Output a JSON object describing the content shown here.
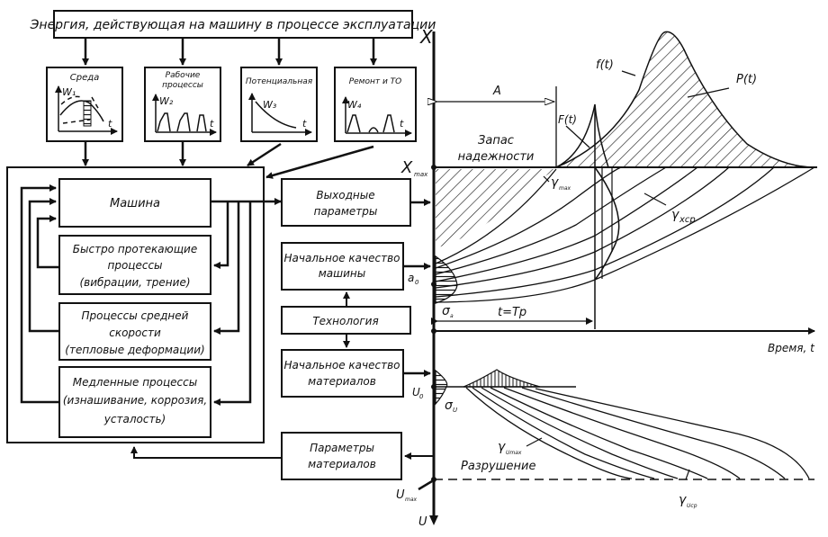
{
  "top_box": {
    "label": "Энергия, действующая на машину в процессе эксплуатации"
  },
  "energy_sources": [
    {
      "title": "Среда",
      "symbol": "W₁",
      "axis": "t"
    },
    {
      "title_lines": [
        "Рабочие",
        "процессы"
      ],
      "symbol": "W₂",
      "axis": "t"
    },
    {
      "title": "Потенциальная",
      "symbol": "W₃",
      "axis": "t"
    },
    {
      "title": "Ремонт и ТО",
      "symbol": "W₄",
      "axis": "t"
    }
  ],
  "machine_block": {
    "machine": "Машина",
    "fast": [
      "Быстро протекающие",
      "процессы",
      "(вибрации, трение)"
    ],
    "medium": [
      "Процессы средней",
      "скорости",
      "(тепловые деформации)"
    ],
    "slow": [
      "Медленные процессы",
      "(изнашивание, коррозия,",
      "усталость)"
    ]
  },
  "right_boxes": {
    "output": [
      "Выходные",
      "параметры"
    ],
    "initial_machine": [
      "Начальное качество",
      "машины"
    ],
    "technology": "Технология",
    "initial_materials": [
      "Начальное качество",
      "материалов"
    ],
    "material_params": [
      "Параметры",
      "материалов"
    ]
  },
  "chart_labels": {
    "x_axis": "X",
    "x_max": "X",
    "x_max_sub": "max",
    "a0": "a",
    "a0_sub": "0",
    "sigma_a": "σ",
    "sigma_a_sub": "a",
    "reserve": [
      "Запас",
      "надежности"
    ],
    "A": "A",
    "F": "F(t)",
    "f": "f(t)",
    "P": "P(t)",
    "gamma_max": "γ",
    "gamma_max_sub": "max",
    "gamma_xcp": "γ",
    "gamma_xcp_sub": "хср",
    "t_tp": "t=Tр",
    "time": "Время, t",
    "u0": "U",
    "u0_sub": "0",
    "sigma_u": "σ",
    "sigma_u_sub": "U",
    "gamma_umax": "γ",
    "gamma_umax_sub": "Umax",
    "destruction": "Разрушение",
    "gamma_ucp": "γ",
    "gamma_ucp_sub": "Uср",
    "u_max": "U",
    "u_max_sub": "max",
    "u_axis": "U"
  }
}
